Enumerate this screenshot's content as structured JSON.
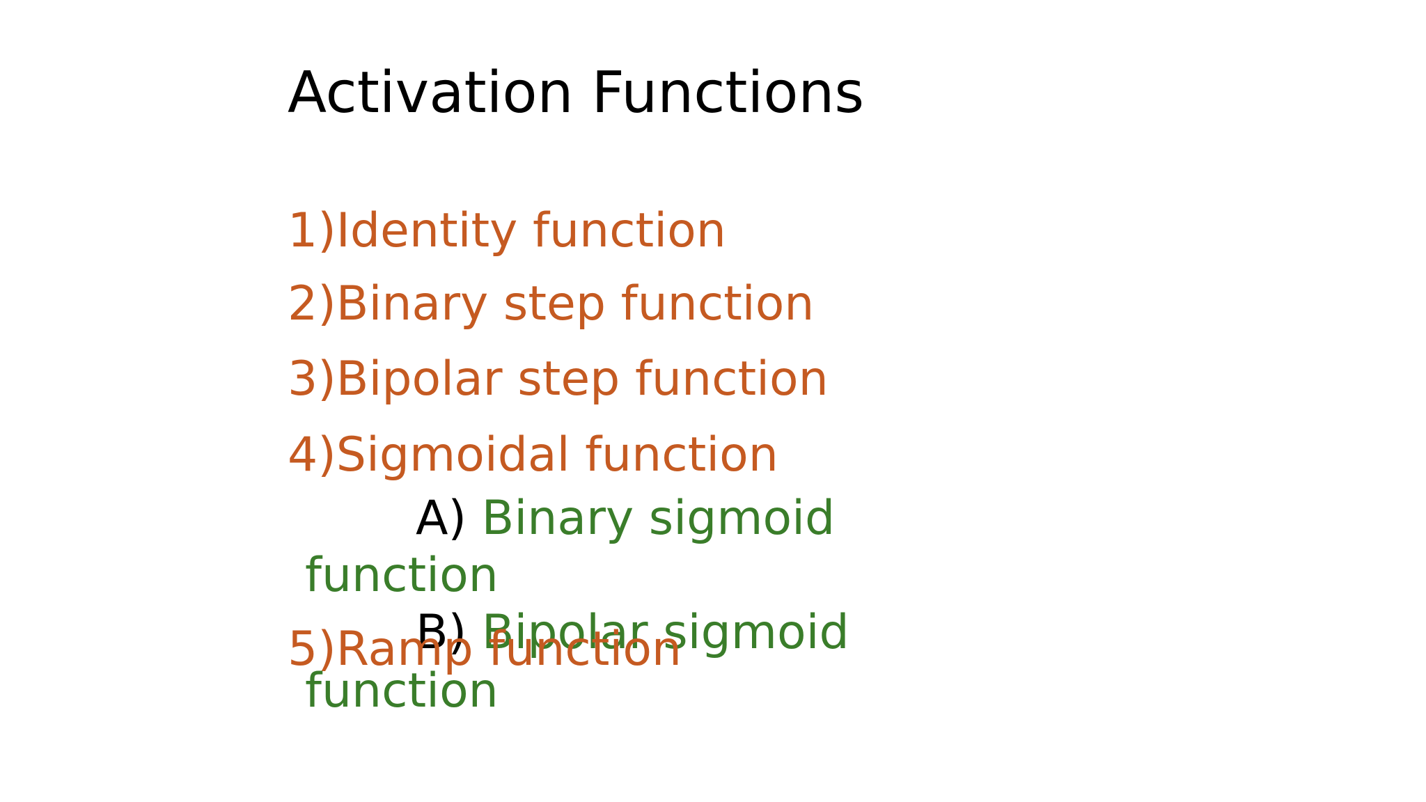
{
  "slide": {
    "title": "Activation Functions",
    "items": [
      {
        "text": "1)Identity function"
      },
      {
        "text": "2)Binary step function"
      },
      {
        "text": "3)Bipolar step function"
      },
      {
        "text": "4)Sigmoidal function"
      },
      {
        "text": "5)Ramp function"
      }
    ],
    "subitems": [
      {
        "marker": "A)",
        "text": "Binary sigmoid",
        "continuation": "function"
      },
      {
        "marker": "B)",
        "text": "Bipolar sigmoid",
        "continuation": "function"
      }
    ]
  },
  "colors": {
    "item_orange": "#c55a21",
    "subitem_green": "#3a7d2a",
    "title_black": "#000000",
    "background": "#ffffff"
  }
}
